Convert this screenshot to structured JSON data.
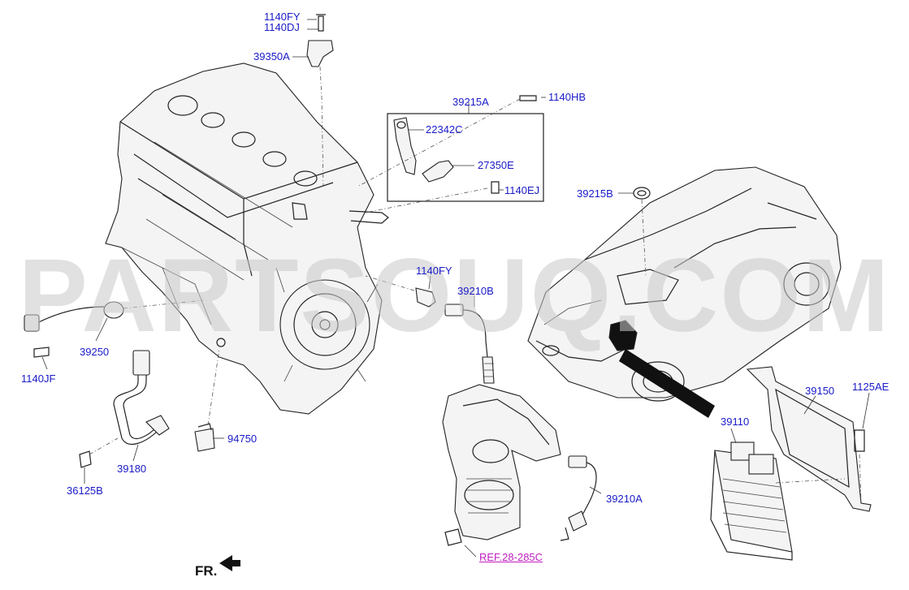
{
  "watermark": "PARTSOUQ.COM",
  "direction_label": "FR.",
  "reference_label": "REF.28-285C",
  "colors": {
    "part_number": "#1a1ac8",
    "reference": "#c020c0",
    "watermark": "#c9c9c9"
  },
  "part_labels": {
    "p1140FY_top": "1140FY",
    "p1140DJ": "1140DJ",
    "p39350A": "39350A",
    "p39215A": "39215A",
    "p1140HB": "1140HB",
    "p22342C": "22342C",
    "p27350E": "27350E",
    "p1140EJ": "1140EJ",
    "p39215B": "39215B",
    "p1140FY_mid": "1140FY",
    "p39210B": "39210B",
    "p39250": "39250",
    "p1140JF": "1140JF",
    "p39180": "39180",
    "p94750": "94750",
    "p36125B": "36125B",
    "p39150": "39150",
    "p1125AE": "1125AE",
    "p39110": "39110",
    "p39210A": "39210A"
  }
}
